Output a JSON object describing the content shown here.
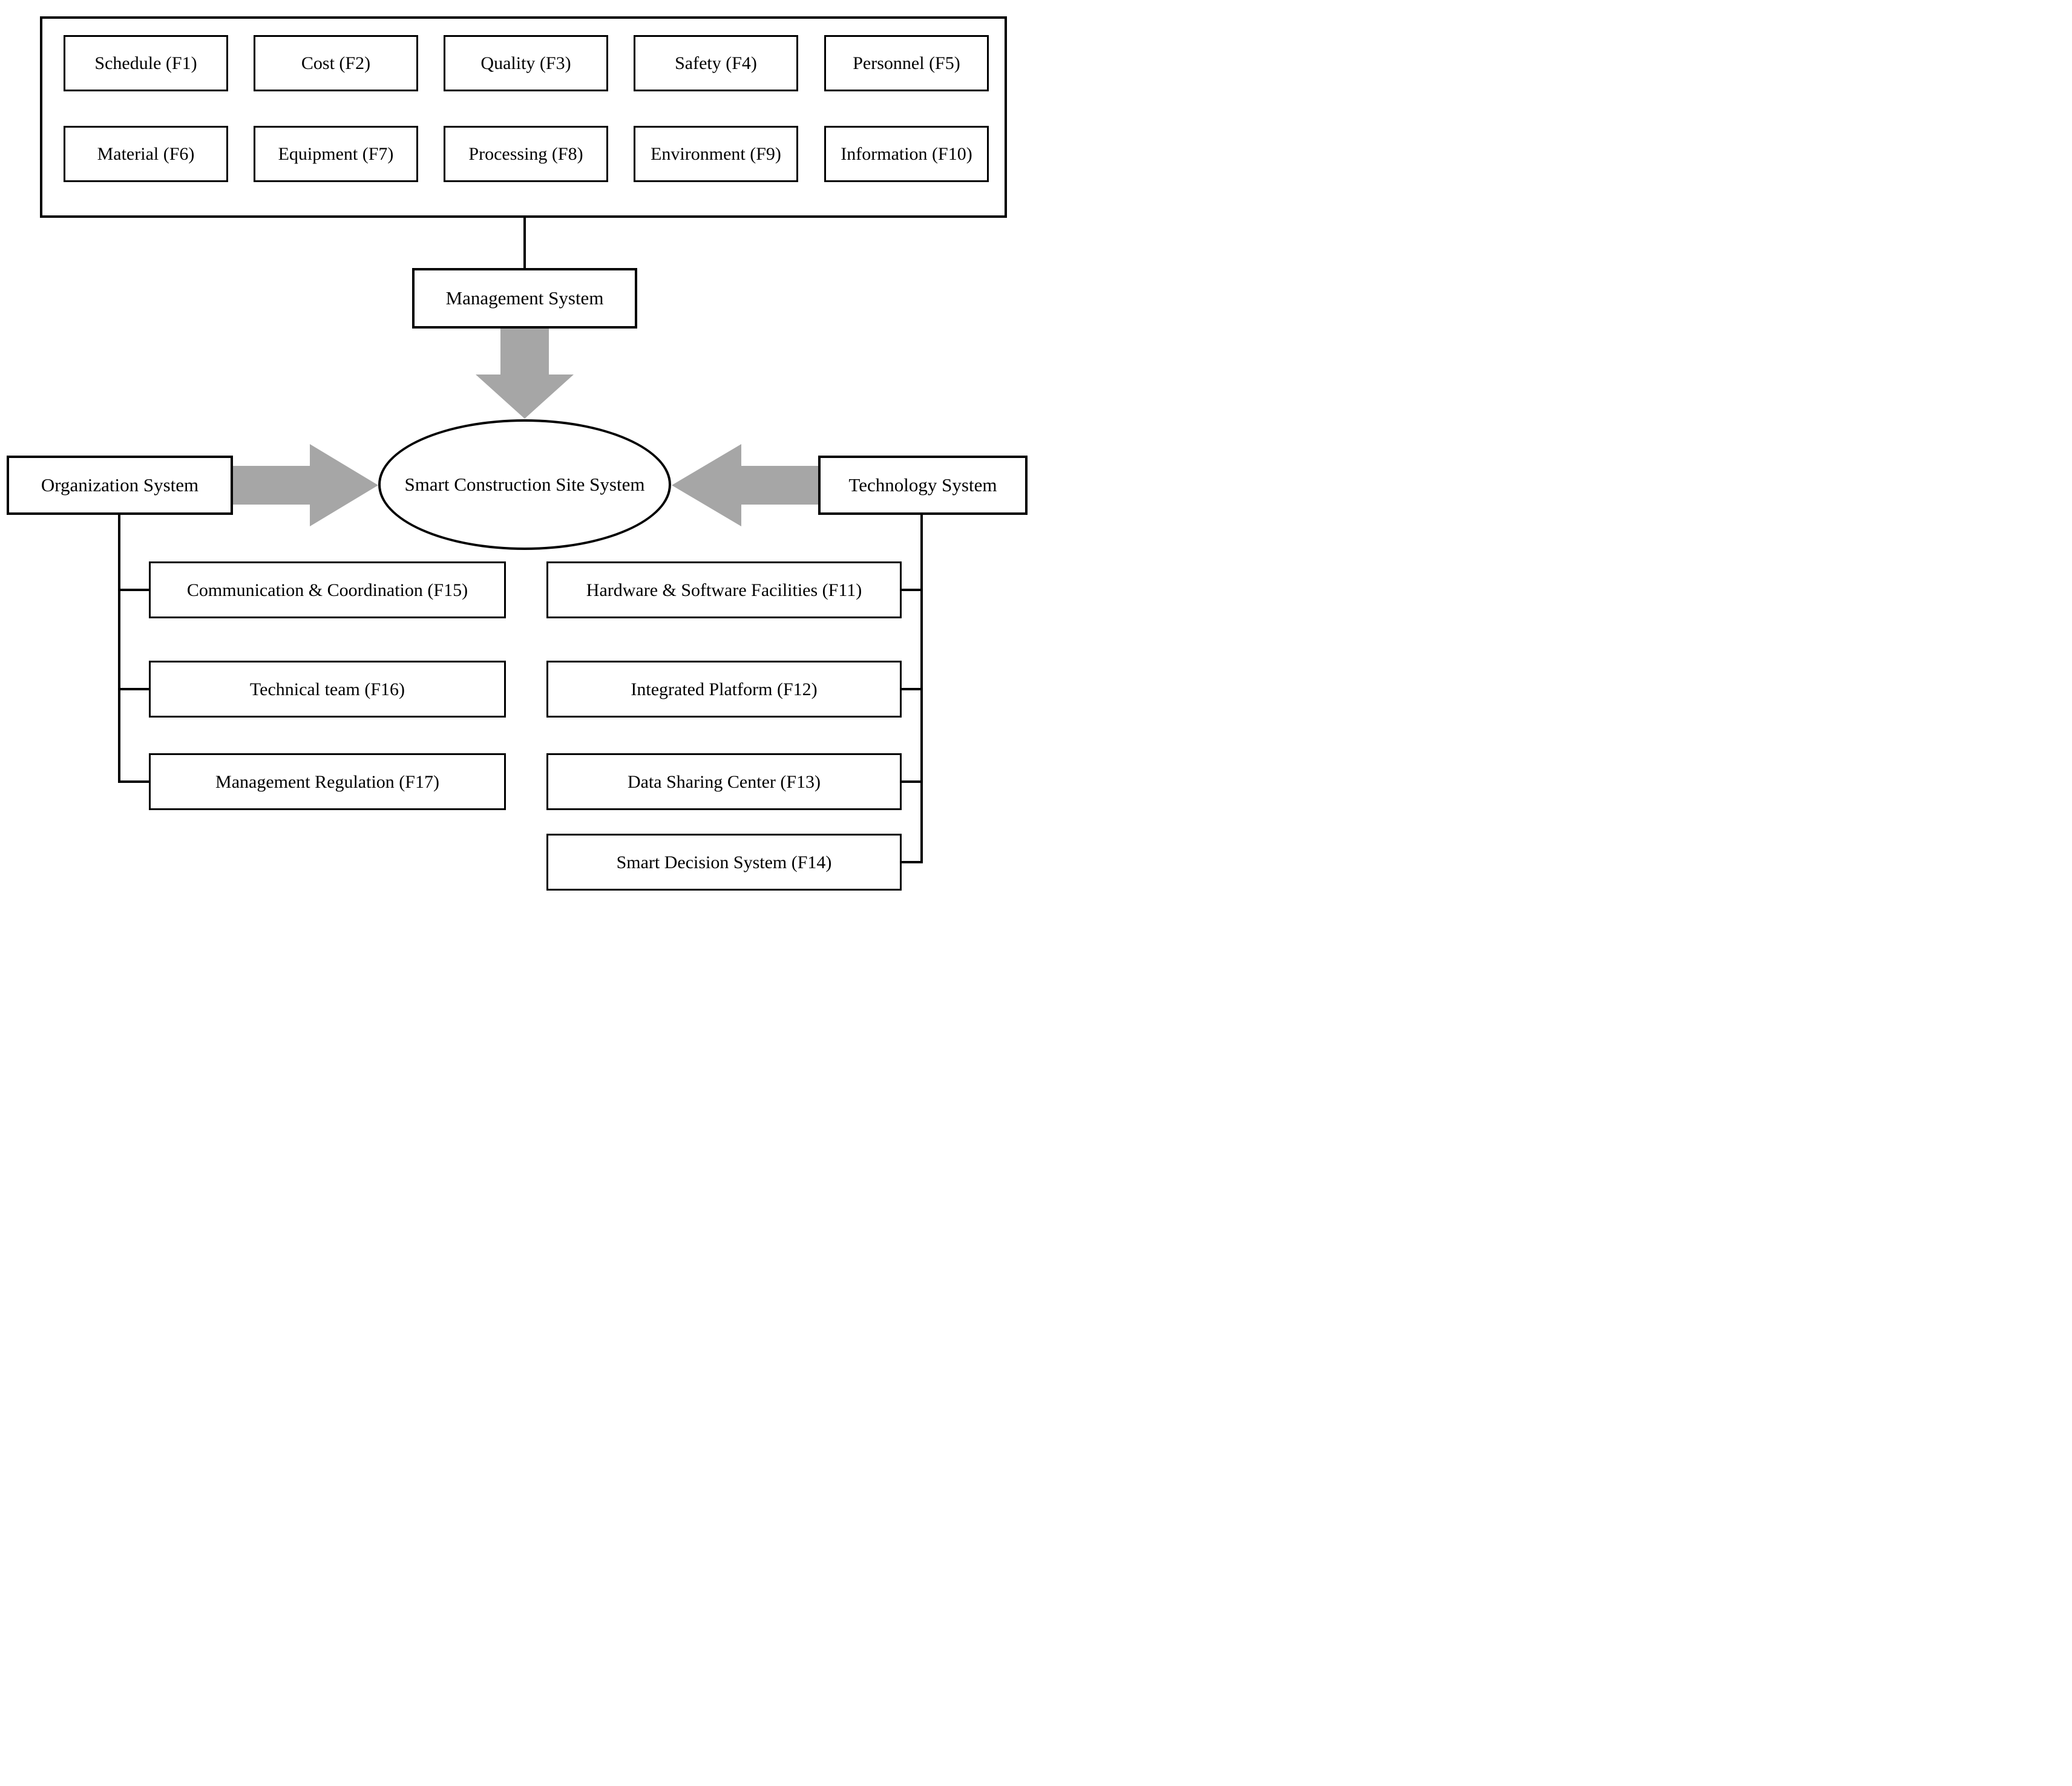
{
  "diagram": {
    "factors": [
      {
        "id": "F1",
        "label": "Schedule (F1)"
      },
      {
        "id": "F2",
        "label": "Cost (F2)"
      },
      {
        "id": "F3",
        "label": "Quality (F3)"
      },
      {
        "id": "F4",
        "label": "Safety (F4)"
      },
      {
        "id": "F5",
        "label": "Personnel (F5)"
      },
      {
        "id": "F6",
        "label": "Material (F6)"
      },
      {
        "id": "F7",
        "label": "Equipment (F7)"
      },
      {
        "id": "F8",
        "label": "Processing (F8)"
      },
      {
        "id": "F9",
        "label": "Environment (F9)"
      },
      {
        "id": "F10",
        "label": "Information (F10)"
      }
    ],
    "management_box": {
      "label": "Management System"
    },
    "center_ellipse": {
      "label": "Smart Construction Site System"
    },
    "organization_box": {
      "label": "Organization System"
    },
    "technology_box": {
      "label": "Technology System"
    },
    "organization_children": [
      {
        "id": "F15",
        "label": "Communication & Coordination (F15)"
      },
      {
        "id": "F16",
        "label": "Technical team (F16)"
      },
      {
        "id": "F17",
        "label": "Management Regulation (F17)"
      }
    ],
    "technology_children": [
      {
        "id": "F11",
        "label": "Hardware & Software Facilities (F11)"
      },
      {
        "id": "F12",
        "label": "Integrated Platform (F12)"
      },
      {
        "id": "F13",
        "label": "Data Sharing Center (F13)"
      },
      {
        "id": "F14",
        "label": "Smart Decision System (F14)"
      }
    ],
    "colors": {
      "arrow_fill": "#a6a6a6",
      "line": "#000000",
      "box_border": "#000000",
      "background": "#ffffff",
      "text": "#000000"
    }
  }
}
